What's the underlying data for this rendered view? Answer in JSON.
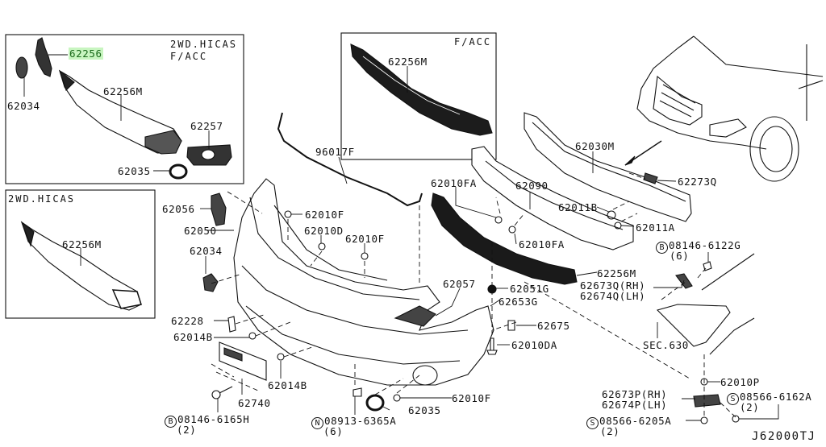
{
  "diagram_code": "J62000TJ",
  "insets": {
    "top_left": {
      "variant": "2WD.HICAS",
      "variant2": "F/ACC"
    },
    "bottom_left": {
      "variant": "2WD.HICAS"
    },
    "top_center": {
      "variant": "F/ACC"
    }
  },
  "parts": {
    "p62256": "62256",
    "p62034_inset": "62034",
    "p62256M_inset1": "62256M",
    "p62257": "62257",
    "p62035_inset": "62035",
    "p62256M_inset2": "62256M",
    "p62256M_inset3": "62256M",
    "p96017F": "96017F",
    "p62056": "62056",
    "p62050": "62050",
    "p62010F_1": "62010F",
    "p62010D": "62010D",
    "p62010F_2": "62010F",
    "p62034": "62034",
    "p62010FA_1": "62010FA",
    "p62090": "62090",
    "p62030M": "62030M",
    "p62273Q": "62273Q",
    "p62011B": "62011B",
    "p62011A": "62011A",
    "p62010FA_2": "62010FA",
    "p08146_6122G": "08146-6122G",
    "p08146_6122G_qty": "(6)",
    "p62256M": "62256M",
    "p62673Q": "62673Q(RH)",
    "p62674Q": "62674Q(LH)",
    "p62057": "62057",
    "p62051G": "62051G",
    "p62653G": "62653G",
    "p62675": "62675",
    "p62010DA": "62010DA",
    "sec630": "SEC.630",
    "p62228": "62228",
    "p62014B_1": "62014B",
    "p62014B_2": "62014B",
    "p62740": "62740",
    "p08146_6165H": "08146-6165H",
    "p08146_6165H_qty": "(2)",
    "p08913_6365A": "08913-6365A",
    "p08913_6365A_qty": "(6)",
    "p62035": "62035",
    "p62010F_3": "62010F",
    "p62010P": "62010P",
    "p62673P": "62673P(RH)",
    "p62674P": "62674P(LH)",
    "p08566_6162A": "08566-6162A",
    "p08566_6162A_qty": "(2)",
    "p08566_6205A": "08566-6205A",
    "p08566_6205A_qty": "(2)"
  },
  "symbols": {
    "B": "B",
    "N": "N",
    "S": "S"
  },
  "colors": {
    "line": "#111111",
    "highlight": "#c8f5c0",
    "highlight_text": "#1a6a1a"
  }
}
